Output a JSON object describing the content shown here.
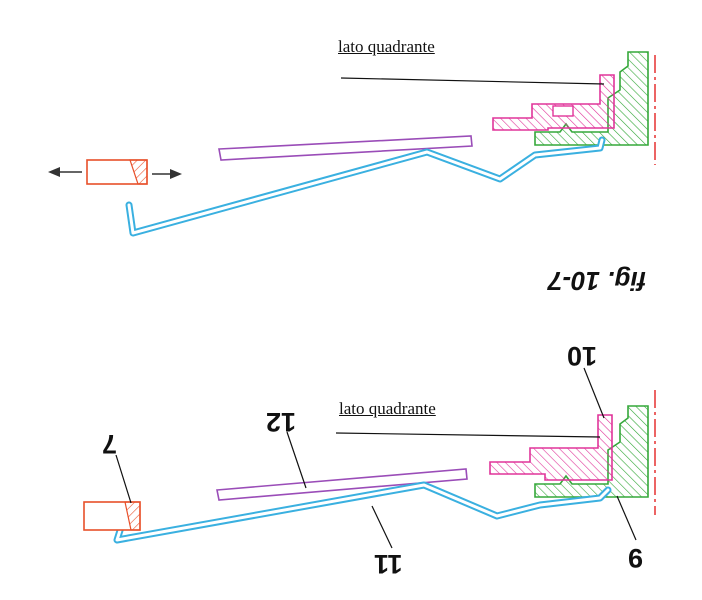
{
  "figure": {
    "caption": "fig. 10-7",
    "colors": {
      "red": "#e8502a",
      "magenta": "#e0359a",
      "green": "#35a83a",
      "purple": "#9a4db8",
      "blue": "#3ab0e0",
      "centerline": "#e53030",
      "leader": "#111111"
    }
  },
  "top_view": {
    "side_label": "lato quadrante"
  },
  "bottom_view": {
    "side_label": "lato quadrante",
    "callouts": {
      "part_7": "7",
      "part_9": "9",
      "part_10": "10",
      "part_11": "11",
      "part_12": "12"
    }
  }
}
